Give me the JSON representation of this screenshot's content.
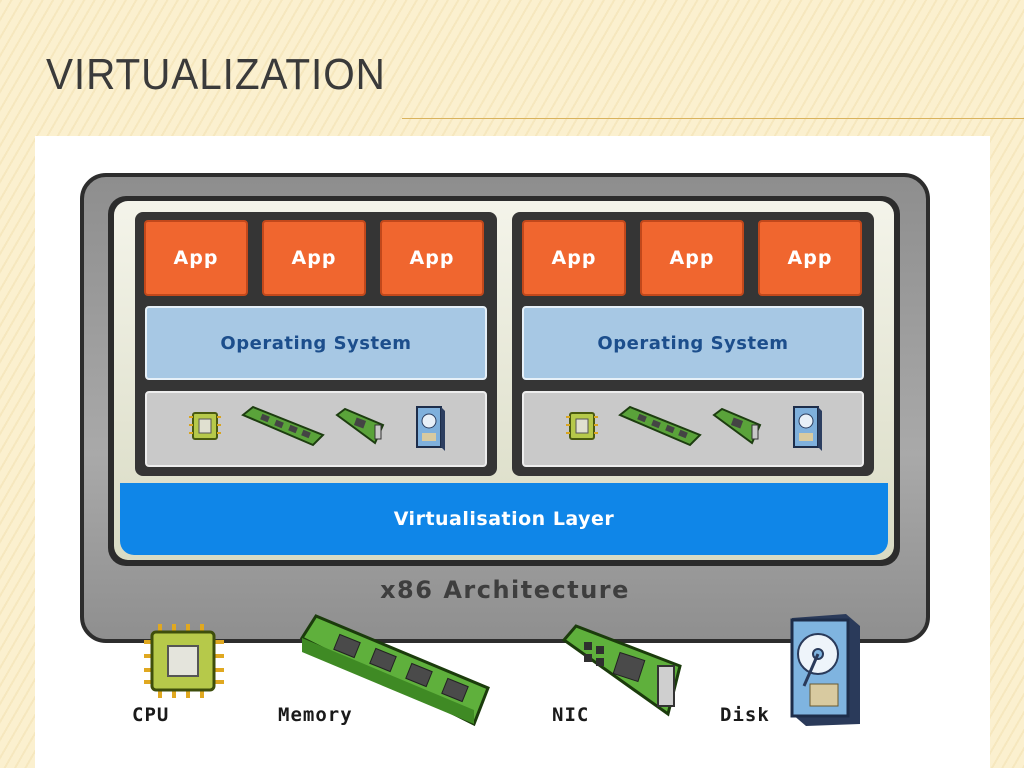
{
  "slide": {
    "title": "VIRTUALIZATION"
  },
  "diagram": {
    "vms": [
      {
        "apps": [
          "App",
          "App",
          "App"
        ],
        "os_label": "Operating System"
      },
      {
        "apps": [
          "App",
          "App",
          "App"
        ],
        "os_label": "Operating System"
      }
    ],
    "virtualization_layer_label": "Virtualisation Layer",
    "architecture_label": "x86 Architecture",
    "hardware": [
      {
        "label": "CPU",
        "icon": "cpu-chip-icon"
      },
      {
        "label": "Memory",
        "icon": "memory-module-icon"
      },
      {
        "label": "NIC",
        "icon": "network-card-icon"
      },
      {
        "label": "Disk",
        "icon": "hard-disk-icon"
      }
    ],
    "colors": {
      "app": "#f0662f",
      "os": "#a7c8e4",
      "virtualization_layer": "#0f86e8",
      "host": "#9e9e9e"
    }
  }
}
